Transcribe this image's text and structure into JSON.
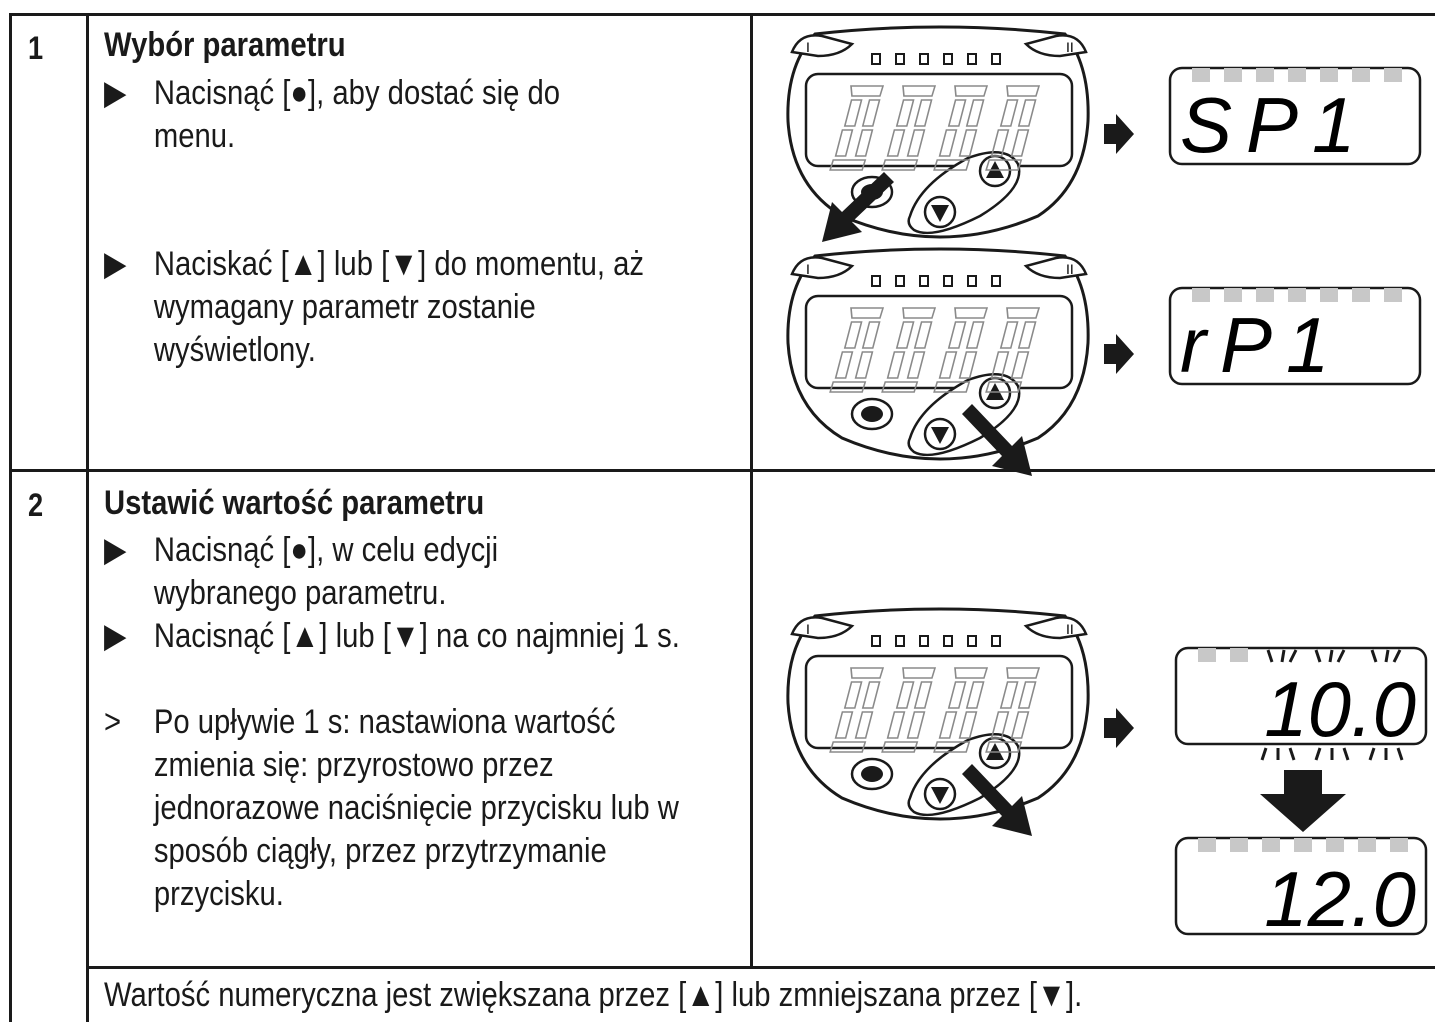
{
  "steps": [
    {
      "number": "1",
      "title": "Wybór parametru",
      "items": [
        {
          "marker": "▶",
          "text": "Nacisnąć [●], aby dostać się do menu."
        },
        {
          "marker": "▶",
          "text": "Naciskać [▲] lub [▼] do momentu, aż wymagany parametr zostanie wyświetlony."
        }
      ]
    },
    {
      "number": "2",
      "title": "Ustawić wartość parametru",
      "items": [
        {
          "marker": "▶",
          "text": "Nacisnąć [●], w celu edycji wybranego parametru."
        },
        {
          "marker": "▶",
          "text": "Nacisnąć [▲] lub [▼] na co najmniej 1 s."
        },
        {
          "marker": ">",
          "text": "Po upływie 1 s: nastawiona wartość zmienia się: przyrostowo przez jednorazowe naciśnięcie przycisku lub w sposób ciągły, przez przytrzymanie przycisku."
        }
      ]
    }
  ],
  "footer": "Wartość numeryczna jest zwiększana przez [▲] lub zmniejszana przez [▼].",
  "device": {
    "led_left": "I",
    "led_right": "II",
    "idle_display": "8888",
    "button_set": "●",
    "button_up": "▲",
    "button_down": "▼"
  },
  "displays": {
    "step1_a": "SP1",
    "step1_b": "rP1",
    "step2_before": "10.0",
    "step2_after": "12.0"
  },
  "colors": {
    "line": "#1a1a1a",
    "led_inactive": "#c8c8c8",
    "segment_ghost": "#b0b0b0"
  }
}
